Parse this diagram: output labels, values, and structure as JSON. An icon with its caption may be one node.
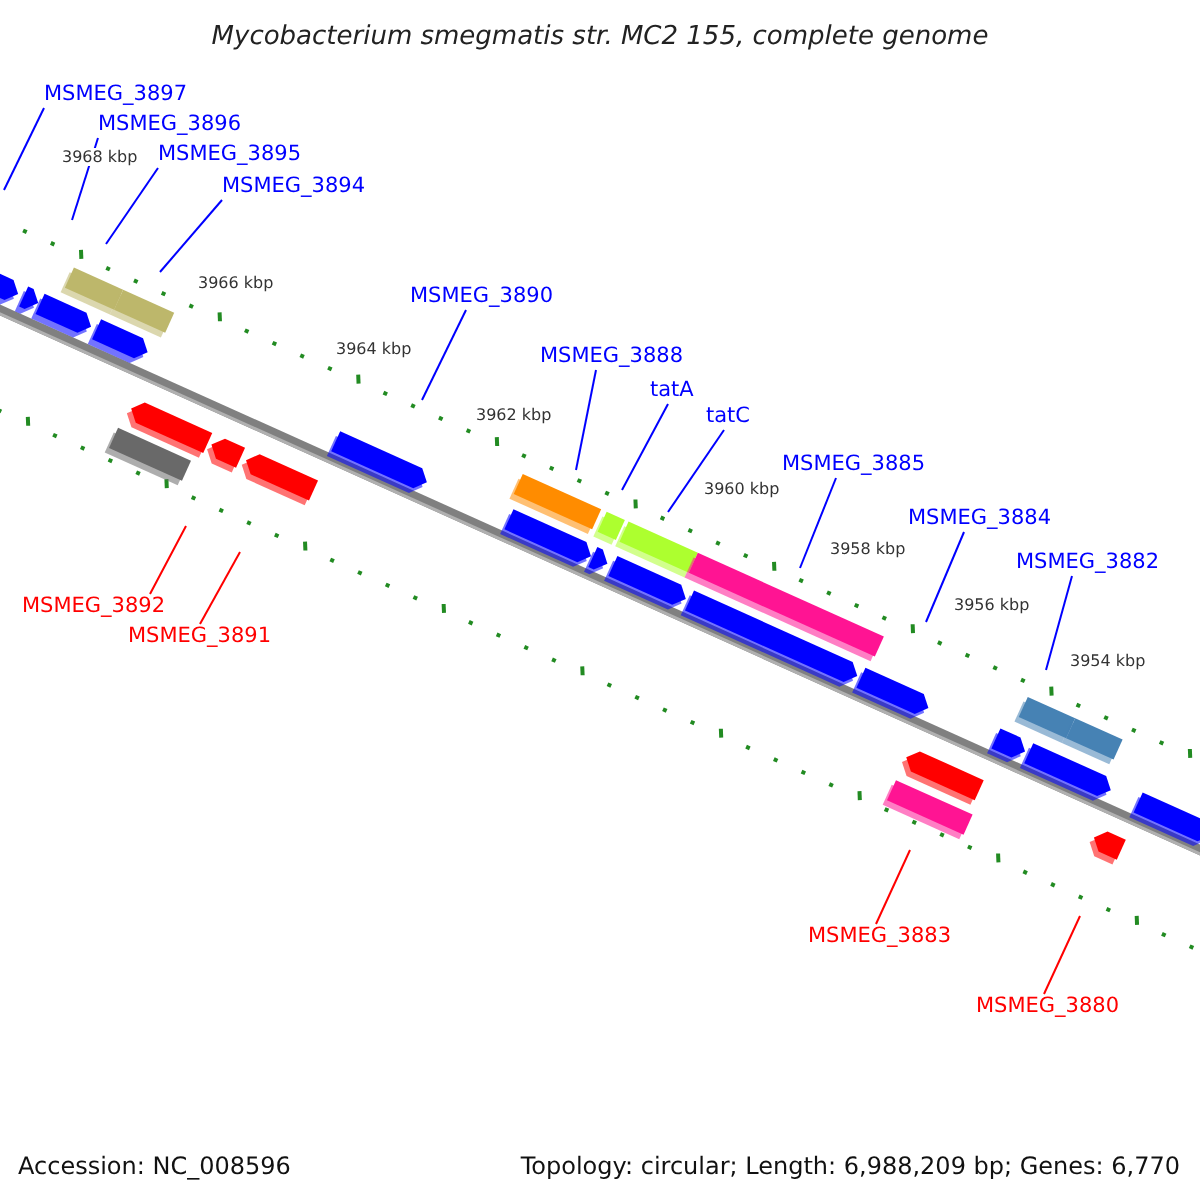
{
  "diagram": {
    "title": "Mycobacterium smegmatis str. MC2 155, complete genome",
    "nodes": [
      {
        "text": [
          "MSMEG_3897"
        ]
      },
      {
        "text": [
          "MSMEG_3896"
        ]
      },
      {
        "text": [
          "MSMEG_3895"
        ]
      },
      {
        "text": [
          "MSMEG_3894"
        ]
      },
      {
        "text": [
          "MSMEG_3890"
        ]
      },
      {
        "text": [
          "MSMEG_3888"
        ]
      },
      {
        "text": [
          "tatA"
        ]
      },
      {
        "text": [
          "tatC"
        ]
      },
      {
        "text": [
          "MSMEG_3885"
        ]
      },
      {
        "text": [
          "MSMEG_3884"
        ]
      },
      {
        "text": [
          "MSMEG_3882"
        ]
      },
      {
        "text": [
          "MSMEG_3892"
        ]
      },
      {
        "text": [
          "MSMEG_3891"
        ]
      },
      {
        "text": [
          "MSMEG_3883"
        ]
      },
      {
        "text": [
          "MSMEG_3880"
        ]
      }
    ],
    "edges": [
      {
        "from": 0,
        "to": null,
        "arrow": "none"
      },
      {
        "from": 1,
        "to": null,
        "arrow": "none"
      },
      {
        "from": 2,
        "to": null,
        "arrow": "none"
      },
      {
        "from": 3,
        "to": null,
        "arrow": "none"
      },
      {
        "from": 4,
        "to": null,
        "arrow": "none"
      },
      {
        "from": 5,
        "to": null,
        "arrow": "none"
      },
      {
        "from": 6,
        "to": null,
        "arrow": "none"
      },
      {
        "from": 7,
        "to": null,
        "arrow": "none"
      },
      {
        "from": 8,
        "to": null,
        "arrow": "none"
      },
      {
        "from": 9,
        "to": null,
        "arrow": "none"
      },
      {
        "from": 10,
        "to": null,
        "arrow": "none"
      },
      {
        "from": 11,
        "to": null,
        "arrow": "none",
        "color": "#ff0000"
      },
      {
        "from": 12,
        "to": null,
        "arrow": "none",
        "color": "#ff0000"
      },
      {
        "from": 13,
        "to": null,
        "arrow": "none",
        "color": "#ff0000"
      },
      {
        "from": 14,
        "to": null,
        "arrow": "none",
        "color": "#ff0000"
      }
    ],
    "labels": [
      "3968 kbp",
      "3966 kbp",
      "3964 kbp",
      "3962 kbp",
      "3960 kbp",
      "3958 kbp",
      "3956 kbp",
      "3954 kbp",
      "Accession: NC_008596",
      "Topology: circular; Length: 6,988,209 bp; Genes: 6,770"
    ]
  }
}
